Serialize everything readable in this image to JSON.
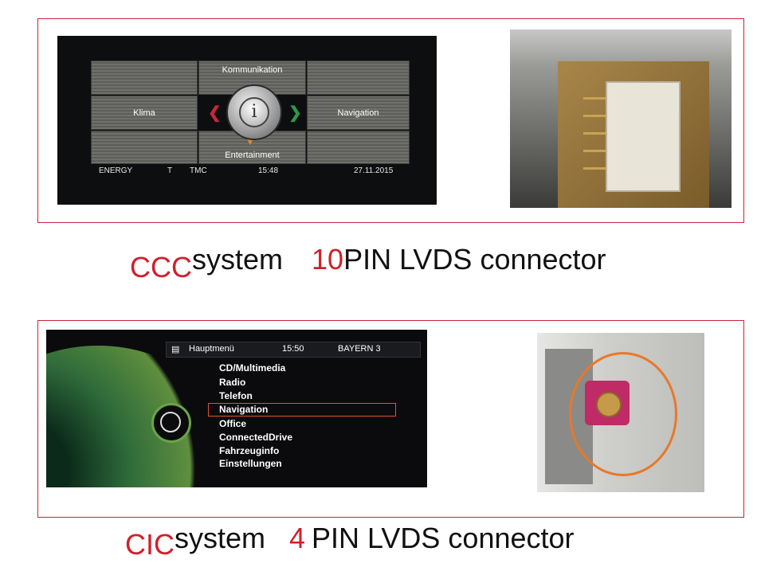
{
  "ccc": {
    "screen": {
      "top_label": "Kommunikation",
      "left_label": "Klima",
      "right_label": "Navigation",
      "bottom_label": "Entertainment",
      "center_glyph": "i",
      "status": {
        "energy": "ENERGY",
        "t": "T",
        "tmc": "TMC",
        "time": "15:48",
        "date": "27.11.2015"
      }
    },
    "caption": {
      "system_name": "CCC",
      "system_word": "system",
      "pin_count": "10",
      "connector_text": "PIN LVDS connector"
    }
  },
  "cic": {
    "screen": {
      "header_title": "Hauptmenü",
      "header_time": "15:50",
      "header_station": "BAYERN 3",
      "menu": [
        "CD/Multimedia",
        "Radio",
        "Telefon",
        "Navigation",
        "Office",
        "ConnectedDrive",
        "Fahrzeuginfo",
        "Einstellungen"
      ],
      "selected_index": 3
    },
    "caption": {
      "system_name": "CIC",
      "system_word": "system",
      "pin_count": "4",
      "connector_text": "PIN LVDS connector"
    }
  },
  "colors": {
    "frame_border": "#c8233a",
    "caption_red": "#d0202a",
    "highlight": "#e0542e",
    "fakra_pink": "#c02a66"
  }
}
